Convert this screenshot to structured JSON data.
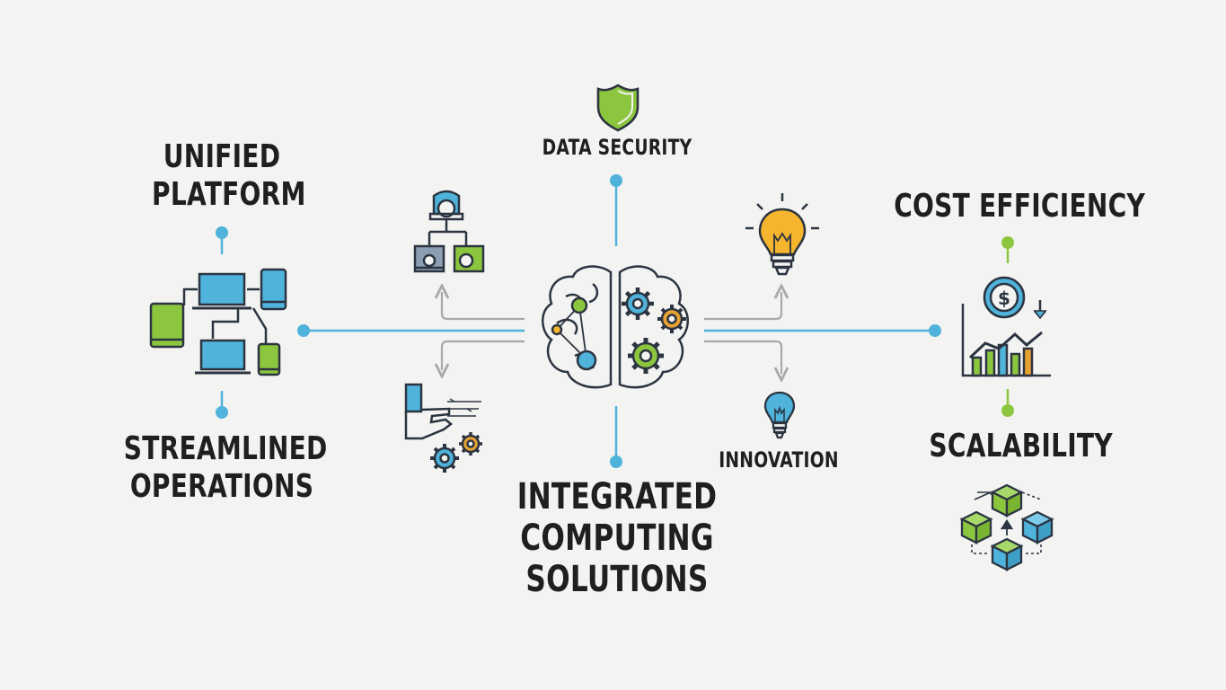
{
  "labels": {
    "unified_platform": [
      "UNIFIED",
      "PLATFORM"
    ],
    "streamlined_operations": [
      "STREAMLINED",
      "OPERATIONS"
    ],
    "data_security": "DATA SECURITY",
    "integrated_computing_solutions": [
      "INTEGRATED",
      "COMPUTING",
      "SOLUTIONS"
    ],
    "innovation": "INNOVATION",
    "cost_efficiency": "COST EFFICIENCY",
    "scalability": "SCALABILITY"
  },
  "icons": {
    "data_security": "shield-icon",
    "unified_platform": "devices-icon",
    "org_chart": "org-chart-icon",
    "hand_gears": "hand-gears-icon",
    "brain": "brain-gears-icon",
    "ideas": "lightbulb-icon",
    "innovation": "lightbulb-icon",
    "cost_efficiency": "dollar-chart-icon",
    "scalability": "cubes-icon"
  },
  "colors": {
    "blue": "#4fb3db",
    "green": "#8cc63f",
    "yellow": "#f5b52c",
    "orange": "#e7a332",
    "line_dark": "#2b3440",
    "gray_arrow": "#a9a9a9"
  }
}
